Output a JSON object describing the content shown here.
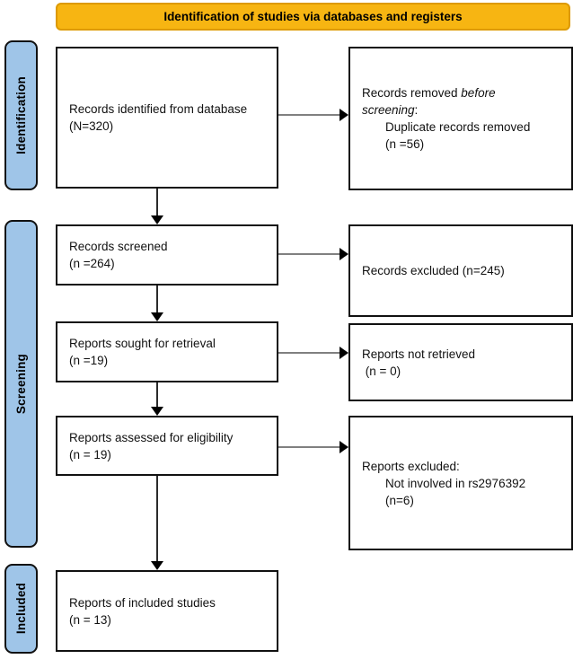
{
  "banner": {
    "label": "Identification of studies via databases and registers"
  },
  "stages": [
    {
      "label": "Identification"
    },
    {
      "label": "Screening"
    },
    {
      "label": "Included"
    }
  ],
  "flow": {
    "identified": {
      "lines": [
        "Records identified from database",
        "(N=320)"
      ]
    },
    "screened": {
      "lines": [
        "Records screened",
        "(n =264)"
      ]
    },
    "sought": {
      "lines": [
        "Reports sought for retrieval",
        "(n =19)"
      ]
    },
    "assessed": {
      "lines": [
        "Reports assessed for eligibility",
        "(n = 19)"
      ]
    },
    "included": {
      "lines": [
        "Reports of included studies",
        "(n = 13)"
      ]
    },
    "removed": {
      "line1_normal": "Records removed ",
      "line1_italic": "before",
      "line2_italic": "screening",
      "line2_suffix": ":",
      "detail_lines": [
        "Duplicate records removed",
        "(n =56)"
      ]
    },
    "excluded_records": {
      "lines": [
        "Records excluded (n=245)"
      ]
    },
    "not_retrieved": {
      "lines": [
        "Reports not retrieved",
        " (n = 0)"
      ]
    },
    "excluded_reports": {
      "line1": "Reports excluded:",
      "detail_lines": [
        "Not involved in rs2976392",
        "(n=6)"
      ]
    }
  },
  "colors": {
    "banner-fill": "#F7B512",
    "banner-border": "#DD9A00",
    "stage-fill": "#9FC5E8",
    "stage-border": "#111111",
    "box-border": "#111111",
    "arrow-horizontal": "#808080",
    "arrow-vertical": "#2B2B2B",
    "arrowhead": "#000000"
  }
}
